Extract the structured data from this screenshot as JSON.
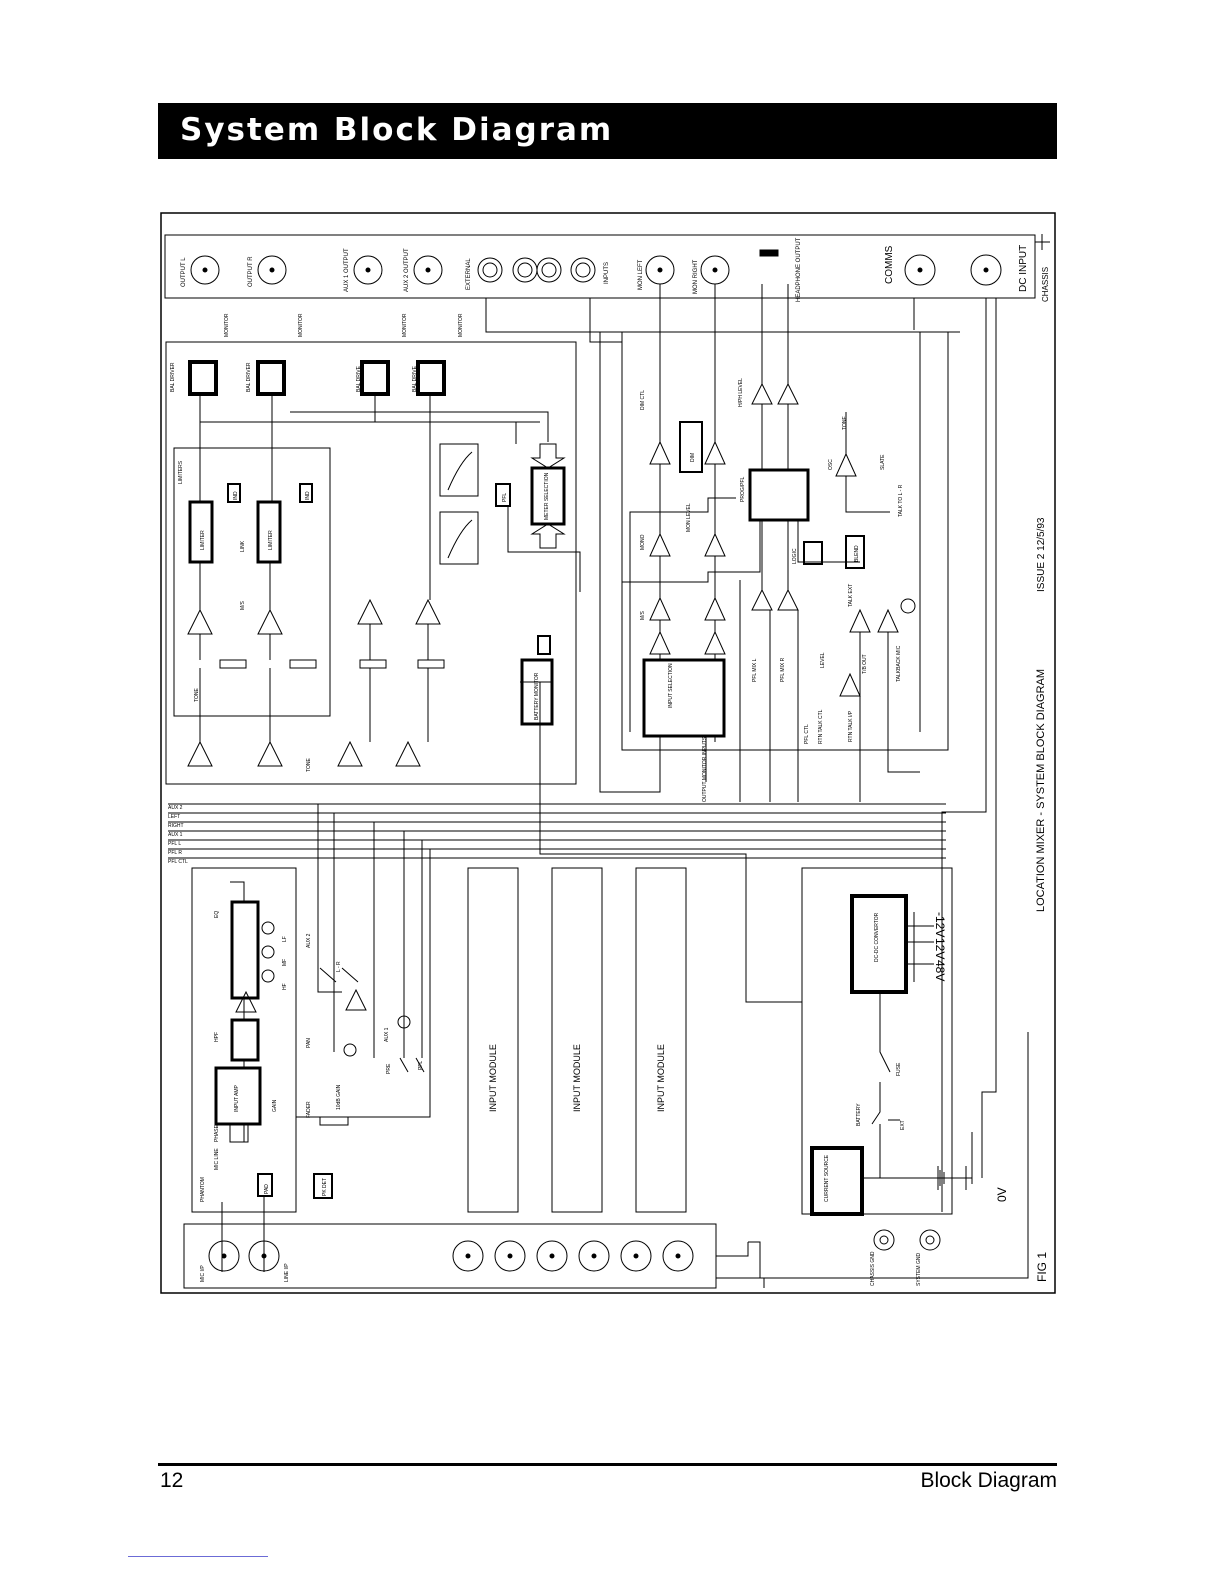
{
  "header": {
    "title": "System Block Diagram"
  },
  "diagram": {
    "caption": "LOCATION MIXER - SYSTEM BLOCK DIAGRAM",
    "issue": "ISSUE 2   12/5/93",
    "fig": "FIG 1",
    "connectors": {
      "output_l": "OUTPUT L",
      "output_r": "OUTPUT R",
      "aux1": "AUX 1 OUTPUT",
      "aux2": "AUX 2 OUTPUT",
      "external": "EXTERNAL",
      "inputs": "INPUTS",
      "mon_left": "MON LEFT",
      "mon_right": "MON RIGHT",
      "headphone": "HEADPHONE OUTPUT",
      "comms": "COMMS",
      "dc_input": "DC INPUT",
      "chassis": "CHASSIS"
    },
    "blocks": {
      "bal_driver": "BAL DRIVER",
      "bal_drive": "BAL DRIVE",
      "limiters": "LIMITERS",
      "limiter": "LIMITER",
      "ind": "IND",
      "link": "LINK",
      "ms": "M/S",
      "tone": "TONE",
      "monitor": "MONITOR",
      "meter_selection": "METER SELECTION",
      "pfl": "PFL",
      "battery_monitor": "BATTERY MONITOR",
      "dim_ctl": "DIM CTL",
      "dim": "DIM",
      "hph_level": "H/PH LEVEL",
      "mon_level": "MON LEVEL",
      "prog_pfl": "PROG/PFL",
      "osc": "OSC",
      "slate": "SLATE",
      "talk_to": "TALK TO L - R",
      "mono": "MONO",
      "logic": "LOGIC",
      "blend": "BLEND",
      "talk_ext": "TALK EXT",
      "input_selection": "INPUT SELECTION",
      "pfl_mix_l": "PFL MIX L",
      "pfl_mix_r": "PFL MIX R",
      "level": "LEVEL",
      "pfl_ctl": "PFL CTL",
      "rtn_talk_ctl": "RTN TALK CTL",
      "rtn_talk_i_p": "RTN TALK I/P",
      "t_b_out": "T/B OUT",
      "talkback_mic": "TALKBACK MIC",
      "output_monitor_inputs": "OUTPUT MONITOR INPUTS"
    },
    "bus_labels": [
      "AUX 2",
      "LEFT",
      "RIGHT",
      "AUX 1",
      "PFL L",
      "PFL R",
      "PFL CTL"
    ],
    "channel": {
      "eq": "EQ",
      "lf": "LF",
      "mf": "MF",
      "hf": "HF",
      "hpf": "HPF",
      "input_amp": "INPUT AMP",
      "gain": "GAIN",
      "phase": "PHASE",
      "mic_line": "MIC LINE",
      "phantom": "PHANTOM",
      "pad": "PAD",
      "pk_det": "PK DET",
      "fader": "FADER",
      "vca": "10dB GAIN",
      "pan": "PAN",
      "aux2": "AUX 2",
      "lr": "L - R",
      "aux1": "AUX 1",
      "pre": "PRE",
      "pfl": "PFL",
      "mic_ip": "MIC I/P",
      "line_ip": "LINE I/P"
    },
    "input_module": "INPUT MODULE",
    "power": {
      "dc_dc": "DC-DC CONVERTOR",
      "v_neg12": "-12V",
      "v_12": "12V",
      "v_48": "48V",
      "fuse": "FUSE",
      "battery": "BATTERY",
      "ext": "EXT",
      "current_source": "CURRENT SOURCE",
      "zero_v": "0V",
      "chassis_gnd": "CHASSIS GND",
      "system_gnd": "SYSTEM GND"
    }
  },
  "footer": {
    "page_number": "12",
    "section": "Block Diagram"
  }
}
